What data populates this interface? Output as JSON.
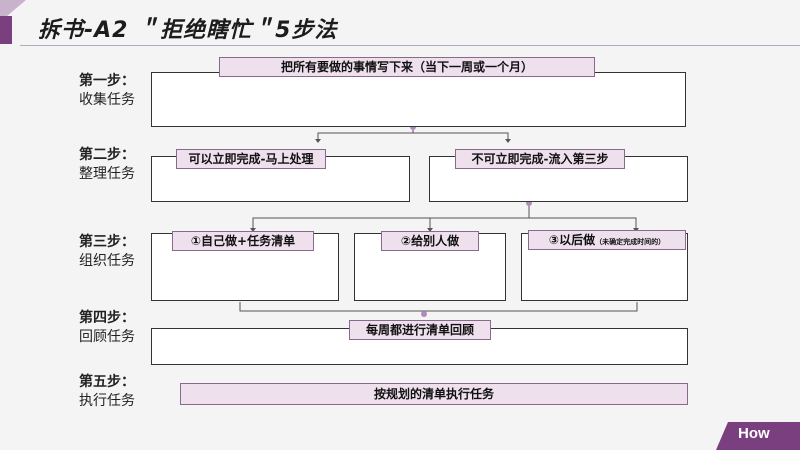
{
  "title": "拆书-A2 ＂拒绝瞎忙＂5步法",
  "steps": [
    {
      "num": "第一步：",
      "name": "收集任务"
    },
    {
      "num": "第二步：",
      "name": "整理任务"
    },
    {
      "num": "第三步：",
      "name": "组织任务"
    },
    {
      "num": "第四步：",
      "name": "回顾任务"
    },
    {
      "num": "第五步：",
      "name": "执行任务"
    }
  ],
  "collect_tag": "把所有要做的事情写下来（当下一周或一个月）",
  "sort": {
    "left_tag": "可以立即完成-马上处理",
    "right_tag": "不可立即完成-流入第三步"
  },
  "organize": {
    "tag1": "①自己做+任务清单",
    "tag2": "②给别人做",
    "tag3_main": "③以后做",
    "tag3_note": "（未确定完成时间的）"
  },
  "review_tag": "每周都进行清单回顾",
  "execute_bar": "按规划的清单执行任务",
  "corner_label": "How",
  "colors": {
    "accent": "#7a3f7e",
    "tag_fill": "#efe0ee",
    "tag_border": "#8a6a8c",
    "node_dot": "#b08ab8"
  }
}
